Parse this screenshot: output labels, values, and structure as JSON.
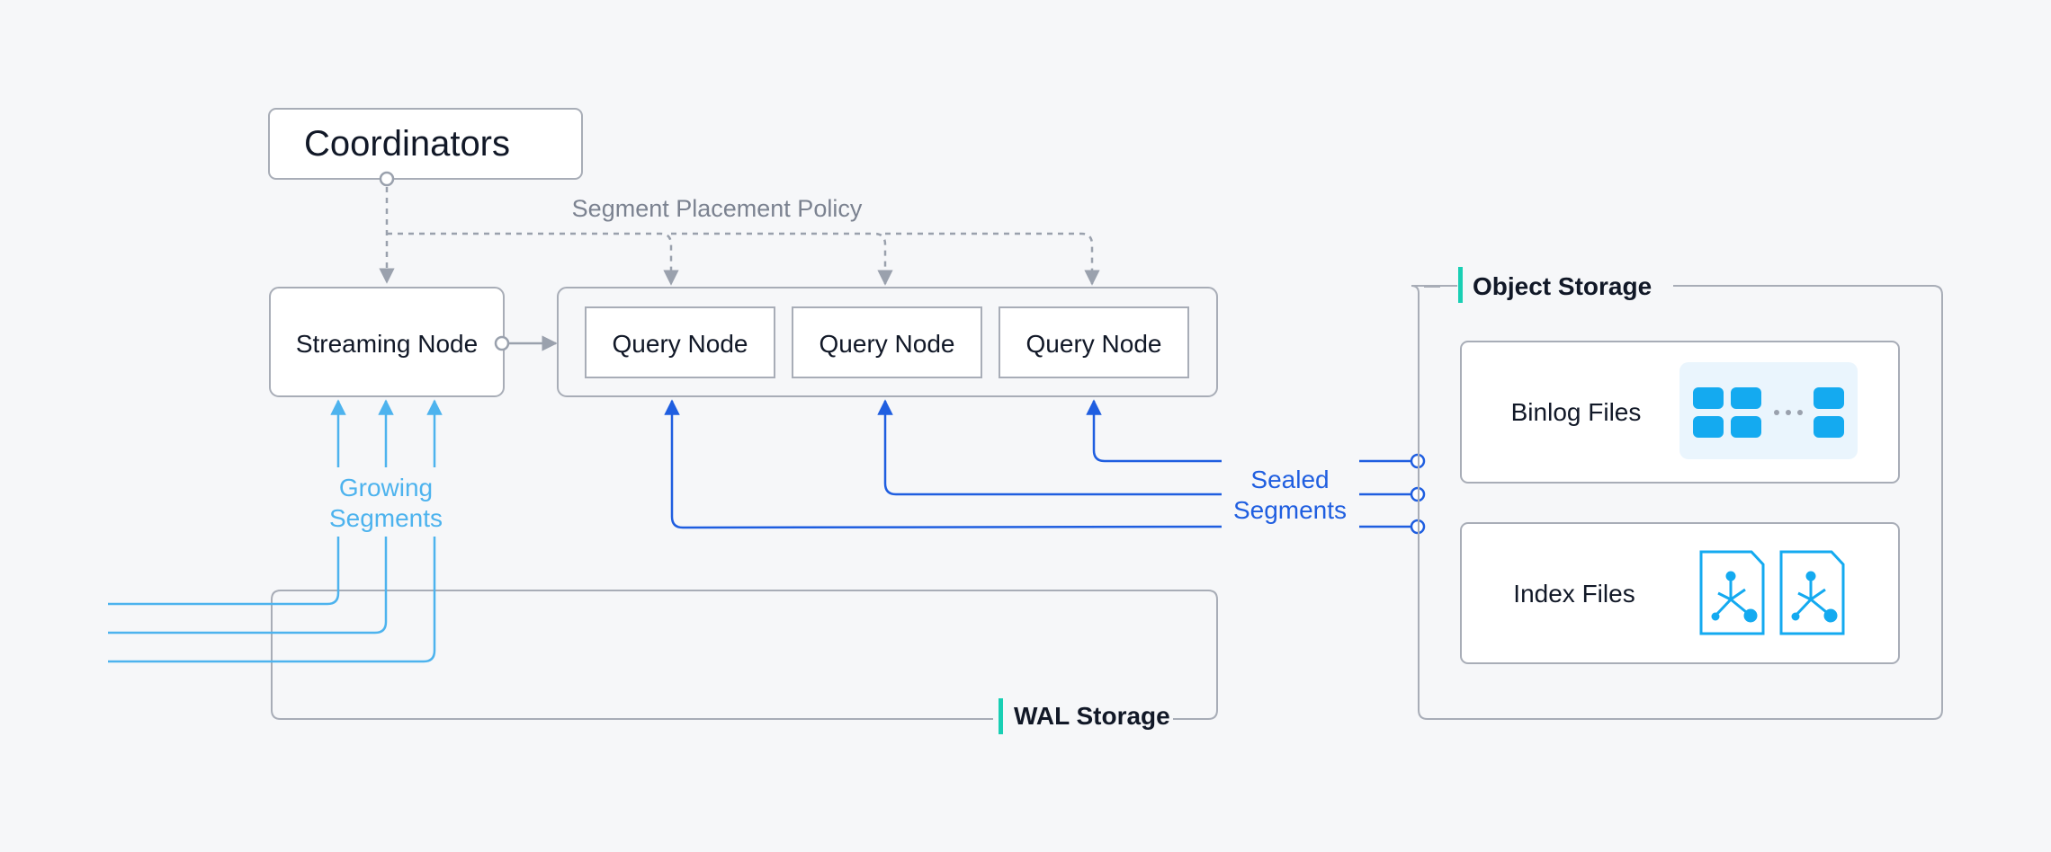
{
  "coordinators": {
    "label": "Coordinators"
  },
  "policy": {
    "label": "Segment Placement Policy"
  },
  "streaming_node": {
    "label": "Streaming Node"
  },
  "query_nodes": [
    {
      "label": "Query Node"
    },
    {
      "label": "Query Node"
    },
    {
      "label": "Query Node"
    }
  ],
  "growing": {
    "line1": "Growing",
    "line2": "Segments"
  },
  "sealed": {
    "line1": "Sealed",
    "line2": "Segments"
  },
  "wal_storage": {
    "label": "WAL Storage"
  },
  "object_storage": {
    "label": "Object Storage",
    "binlog": {
      "label": "Binlog Files",
      "icon": "binlog-blocks-icon"
    },
    "index": {
      "label": "Index Files",
      "icon": "index-file-graph-icon"
    }
  },
  "colors": {
    "background": "#f6f7f9",
    "box_border": "#a8adb7",
    "dashed": "#9aa1ad",
    "growing": "#4db3ee",
    "sealed": "#1f5ee0",
    "accent_bar": "#19cfb4",
    "icon_blue": "#14aaf0",
    "title_text": "#111827",
    "policy_text": "#7b8290"
  }
}
